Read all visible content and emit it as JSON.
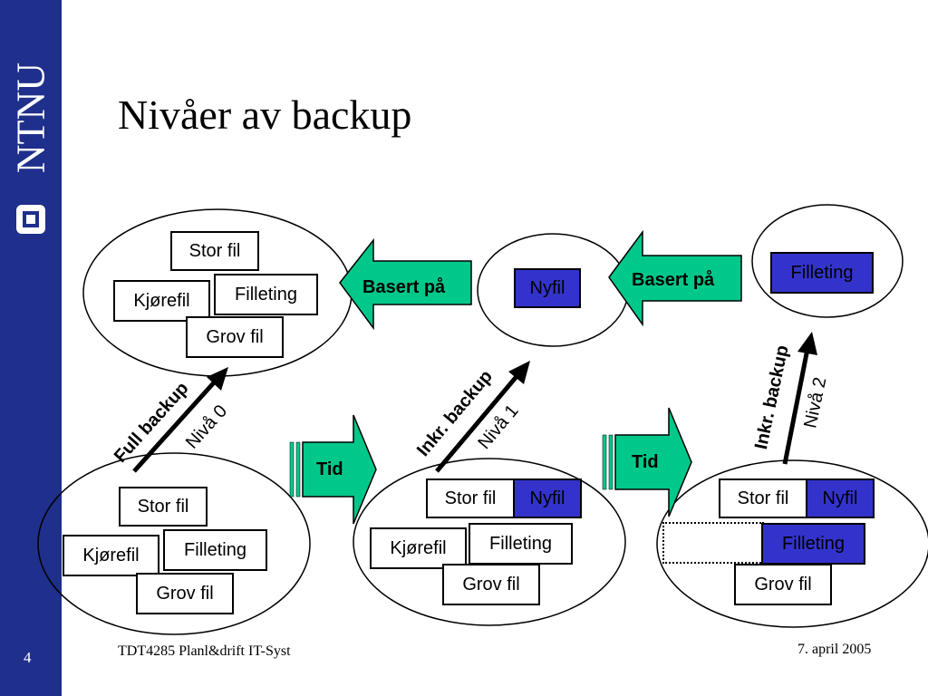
{
  "slide": {
    "title": "Nivåer av backup",
    "page_number": "4",
    "footer_left": "TDT4285 Planl&drift IT-Syst",
    "footer_right": "7. april 2005",
    "logo_text": "NTNU"
  },
  "colors": {
    "sidebar": "#1f2f8c",
    "accent_arrow": "#00c88a",
    "blue_box": "#3333cc"
  },
  "files": {
    "stor_fil": "Stor fil",
    "kjorefil": "Kjørefil",
    "filleting": "Filleting",
    "grov_fil": "Grov fil",
    "nyfil": "Nyfil"
  },
  "labels": {
    "basert_pa": "Basert på",
    "tid": "Tid",
    "full_backup": "Full backup",
    "inkr_backup": "Inkr. backup",
    "niva_0": "Nivå 0",
    "niva_1": "Nivå 1",
    "niva_2": "Nivå 2"
  }
}
